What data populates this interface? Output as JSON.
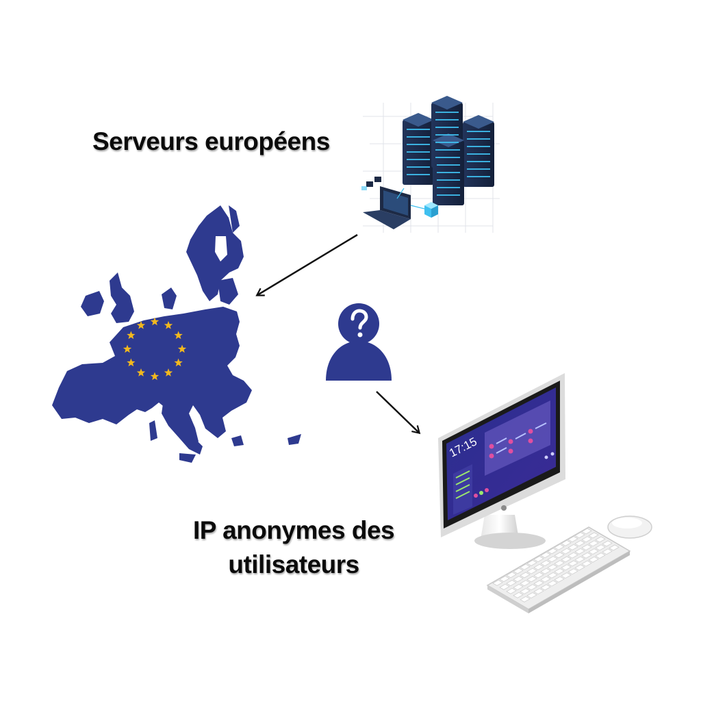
{
  "labels": {
    "servers": "Serveurs européens",
    "ip_line1": "IP anonymes des",
    "ip_line2": "utilisateurs"
  },
  "screen": {
    "time": "17:15"
  },
  "icons": {
    "europe_map": "eu-map-icon",
    "server_rack": "server-rack-icon",
    "anonymous_user": "anonymous-user-icon",
    "desktop_computer": "desktop-computer-icon"
  },
  "colors": {
    "eu_blue": "#2e3a8f",
    "eu_star": "#f2b81e",
    "server_dark": "#1d2a45",
    "server_glow": "#3fc0f0",
    "screen_bg": "#2f2a8c",
    "arrow": "#111111"
  }
}
